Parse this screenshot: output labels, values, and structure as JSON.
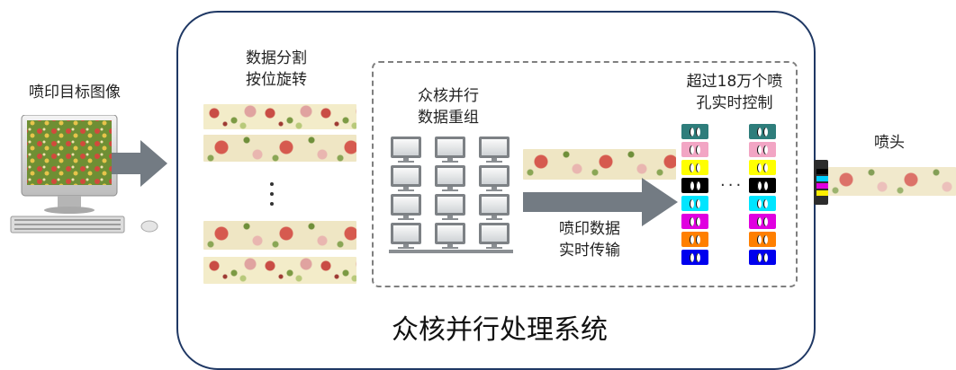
{
  "labels": {
    "target_image": "喷印目标图像",
    "split_rotate_line1": "数据分割",
    "split_rotate_line2": "按位旋转",
    "many_core_line1": "众核并行",
    "many_core_line2": "数据重组",
    "nozzles_line1": "超过18万个喷",
    "nozzles_line2": "孔实时控制",
    "transfer_line1": "喷印数据",
    "transfer_line2": "实时传输",
    "print_head": "喷头",
    "system_title": "众核并行处理系统"
  },
  "colors": {
    "system_border": "#1f3864",
    "arrow": "#737b83",
    "dashed_border": "#7f7f7f",
    "nozzle_rows": [
      "#2e7d7b",
      "#f2a5c4",
      "#ffff00",
      "#000000",
      "#00e5ff",
      "#e000e0",
      "#ff7f00",
      "#0000ee"
    ],
    "print_head_stripes": [
      "#000000",
      "#00cfff",
      "#e000e0",
      "#ffee00"
    ]
  },
  "icons": {
    "computer": "desktop-computer-icon",
    "server_grid": "server-monitor-icon",
    "arrows": "right-arrow-icon",
    "ellipsis": "ellipsis-dots"
  }
}
